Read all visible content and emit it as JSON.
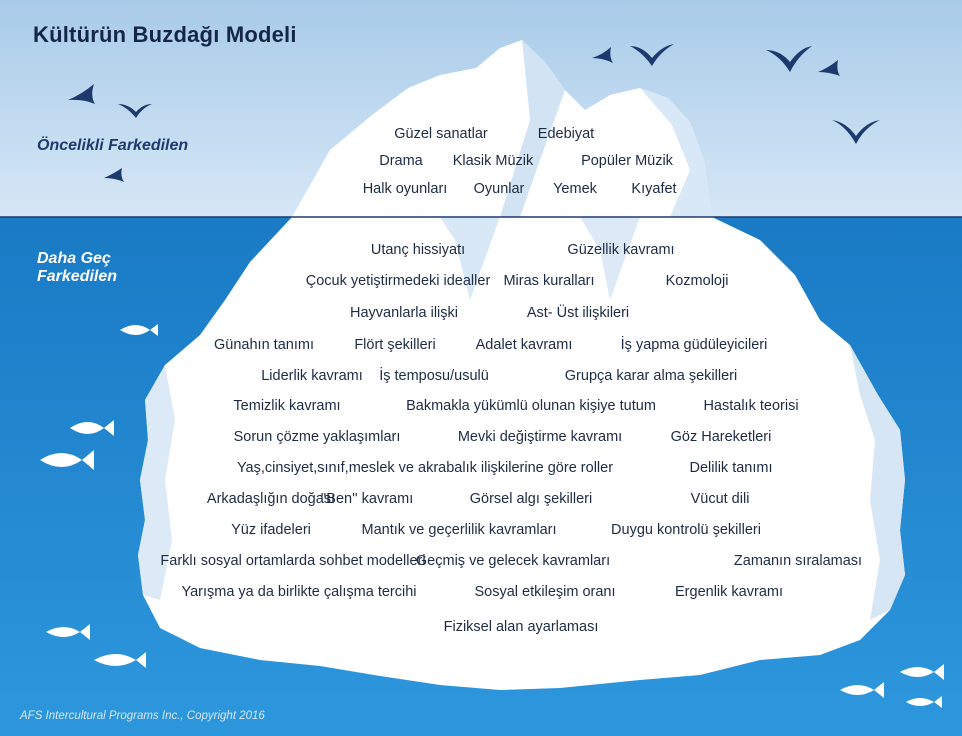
{
  "title": "Kültürün Buzdağı Modeli",
  "labels": {
    "above": "Öncelikli Farkedilen",
    "below": "Daha Geç Farkedilen"
  },
  "copyright": "AFS Intercultural Programs Inc., Copyright 2016",
  "colors": {
    "sky_top": "#aaccea",
    "sky_bottom": "#d5e6f6",
    "water_top": "#1c7cc7",
    "water_bottom": "#2b95dc",
    "iceberg": "#ffffff",
    "iceberg_shadow": "#c9def1",
    "waterline": "#1d3a6e",
    "text": "#1e2b45"
  },
  "above_items": [
    [
      "Güzel sanatlar",
      "Edebiyat"
    ],
    [
      "Drama",
      "Klasik Müzik",
      "Popüler Müzik"
    ],
    [
      "Halk oyunları",
      "Oyunlar",
      "Yemek",
      "Kıyafet"
    ]
  ],
  "below_items": [
    [
      "Utanç hissiyatı",
      "Güzellik kavramı"
    ],
    [
      "Çocuk yetiştirmedeki idealler",
      "Miras kuralları",
      "Kozmoloji"
    ],
    [
      "Hayvanlarla ilişki",
      "Ast- Üst ilişkileri"
    ],
    [
      "Günahın tanımı",
      "Flört şekilleri",
      "Adalet kavramı",
      "İş yapma güdüleyicileri"
    ],
    [
      "Liderlik kavramı",
      "İş temposu/usulü",
      "Grupça karar alma şekilleri"
    ],
    [
      "Temizlik kavramı",
      "Bakmakla yükümlü olunan kişiye tutum",
      "Hastalık teorisi"
    ],
    [
      "Sorun çözme yaklaşımları",
      "Mevki değiştirme kavramı",
      "Göz Hareketleri"
    ],
    [
      "Yaş,cinsiyet,sınıf,meslek ve akrabalık ilişkilerine göre roller",
      "Delilik tanımı"
    ],
    [
      "Arkadaşlığın doğası",
      "''Ben'' kavramı",
      "Görsel algı şekilleri",
      "Vücut dili"
    ],
    [
      "Yüz ifadeleri",
      "Mantık ve geçerlilik kavramları",
      "Duygu kontrolü şekilleri"
    ],
    [
      "Farklı sosyal ortamlarda sohbet modelleri",
      "Geçmiş ve gelecek kavramları",
      "Zamanın sıralaması"
    ],
    [
      "Yarışma ya da birlikte çalışma tercihi",
      "Sosyal etkileşim oranı",
      "Ergenlik kavramı"
    ],
    [
      "Fiziksel alan ayarlaması"
    ]
  ],
  "icons": {
    "bird": "bird-icon",
    "fish": "fish-icon"
  }
}
